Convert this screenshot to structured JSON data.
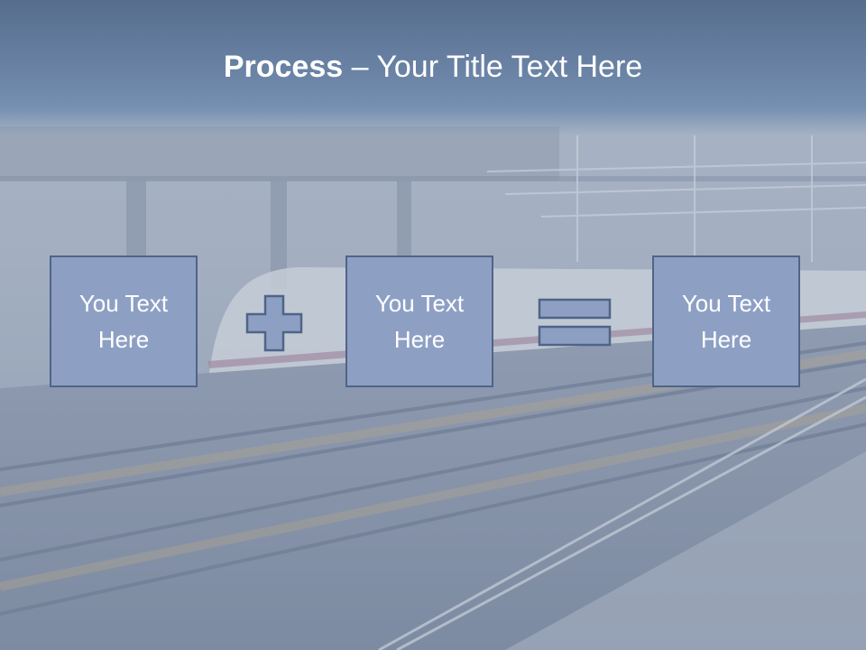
{
  "slide": {
    "title_bold": "Process",
    "title_separator": " – ",
    "title_rest": "Your Title Text Here",
    "boxes": [
      {
        "label": "You Text Here"
      },
      {
        "label": "You Text Here"
      },
      {
        "label": "You Text Here"
      }
    ],
    "operators": [
      "plus-icon",
      "equals-icon"
    ]
  },
  "colors": {
    "box_fill": "#8da0c4",
    "box_border": "#4f6487",
    "title_band": "#6b84a6",
    "text": "#ffffff"
  }
}
